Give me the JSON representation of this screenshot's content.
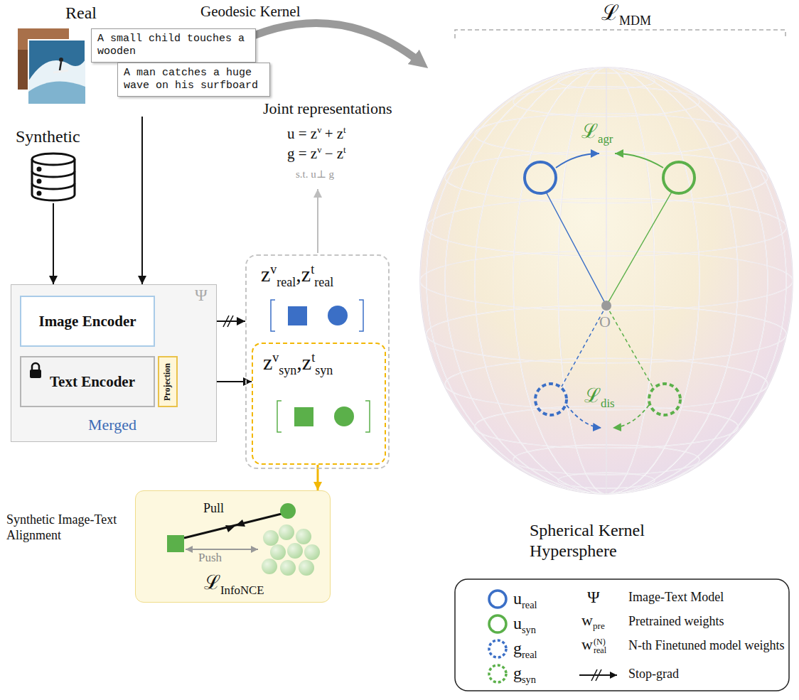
{
  "diagram": {
    "nodes": [
      {
        "text": [
          "Real"
        ]
      },
      {
        "text": [
          "A small child touches a wooden"
        ],
        "in": 0
      },
      {
        "text": [
          "A man catches a huge wave on his surfboard"
        ],
        "in": 0
      },
      {
        "text": [
          "Synthetic"
        ]
      },
      {
        "text": [
          "Ψ",
          "Merged"
        ]
      },
      {
        "text": [
          "Image Encoder"
        ],
        "in": 4
      },
      {
        "text": [
          "Text Encoder"
        ],
        "in": 4
      },
      {
        "text": [
          "Projection"
        ],
        "in": 4
      },
      {
        "text": [
          "z",
          "v",
          "real",
          ",",
          "z",
          "t",
          "real"
        ]
      },
      {
        "text": [
          "z",
          "v",
          "syn",
          ",",
          "z",
          "t",
          "syn"
        ],
        "in": 8
      },
      {
        "text": [
          "Synthetic Image-Text Alignment",
          "Pull",
          "Push",
          "ℒ",
          "InfoNCE"
        ]
      }
    ],
    "edges": [
      {
        "from": 0,
        "to": 4,
        "arrow": "to"
      },
      {
        "from": 3,
        "to": 4,
        "arrow": "to"
      },
      {
        "from": 4,
        "to": 8,
        "arrow": "to"
      },
      {
        "from": 7,
        "to": 9,
        "arrow": "to"
      },
      {
        "from": 9,
        "to": 10,
        "arrow": "to"
      }
    ],
    "labels": [
      "Geodesic Kernel",
      "ℒ",
      "MDM",
      "Joint representations",
      "u = z",
      "v",
      "+ z",
      "t",
      "g = z",
      "v",
      "− z",
      "t",
      "s.t. u⊥ g",
      "ℒ",
      "agr",
      "ℒ",
      "dis",
      "O",
      "Spherical Kernel Hypersphere",
      "real",
      "syn",
      "real",
      "syn",
      "Ψ",
      "w",
      "pre",
      "w",
      "(N)",
      "real"
    ],
    "legend": [
      {
        "text": "u"
      },
      {
        "text": "u"
      },
      {
        "text": "g"
      },
      {
        "text": "g"
      },
      {
        "text": "Image-Text Model"
      },
      {
        "text": "Pretrained weights"
      },
      {
        "text": "N-th Finetuned model weights"
      },
      {
        "text": "Stop-grad"
      }
    ]
  }
}
